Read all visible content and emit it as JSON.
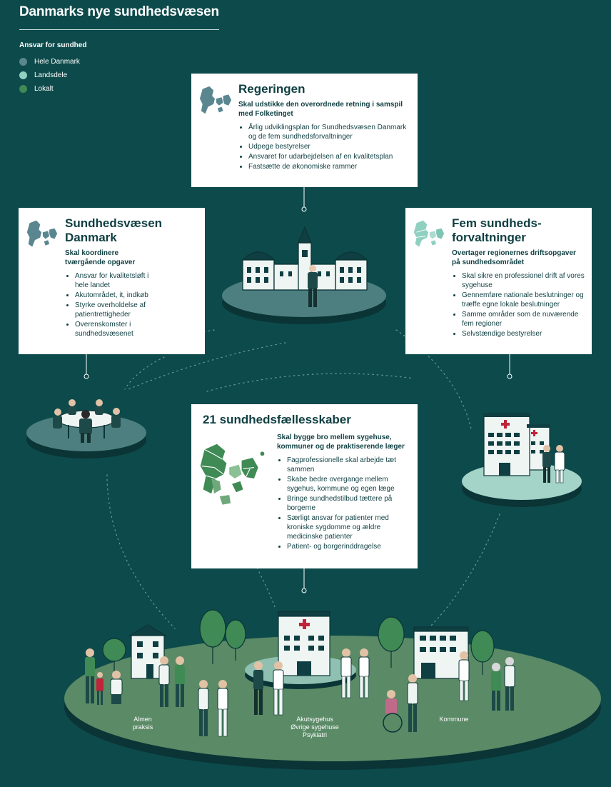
{
  "header": {
    "title": "Danmarks nye sundhedsvæsen"
  },
  "legend": {
    "title": "Ansvar for sundhed",
    "items": [
      {
        "label": "Hele Danmark",
        "color": "#5a8690"
      },
      {
        "label": "Landsdele",
        "color": "#8fd0c0"
      },
      {
        "label": "Lokalt",
        "color": "#3f8a55"
      }
    ]
  },
  "cards": {
    "regeringen": {
      "title": "Regeringen",
      "subtitle": "Skal udstikke den overordnede retning i samspil med Folketinget",
      "bullets": [
        "Årlig udviklingsplan for Sundhedsvæsen Danmark og de fem sundhedsforvaltninger",
        "Udpege bestyrelser",
        "Ansvaret for udarbejdelsen af en kvalitetsplan",
        "Fastsætte de økonomiske rammer"
      ]
    },
    "sundhedsvaesen_danmark": {
      "title_line1": "Sundhedsvæsen",
      "title_line2": "Danmark",
      "subtitle": "Skal koordinere tværgående opgaver",
      "bullets": [
        "Ansvar for kvalitetsløft i hele landet",
        "Akutområdet, it, indkøb",
        "Styrke overholdelse af patientrettigheder",
        "Overenskomster i sundhedsvæsenet"
      ]
    },
    "fem_forvaltninger": {
      "title_line1": "Fem sundheds-",
      "title_line2": "forvaltninger",
      "subtitle": "Overtager regionernes driftsopgaver på sundhedsområdet",
      "bullets": [
        "Skal sikre en professionel drift af vores sygehuse",
        "Gennemføre nationale beslutninger og træffe egne lokale beslutninger",
        "Samme områder som de nuværende fem regioner",
        "Selvstændige bestyrelser"
      ]
    },
    "faellesskaber": {
      "title": "21 sundhedsfællesskaber",
      "subtitle": "Skal bygge bro mellem sygehuse, kommuner og de praktiserende læger",
      "bullets": [
        "Fagprofessionelle skal arbejde tæt sammen",
        "Skabe bedre overgange mellem sygehus, kommune og egen læge",
        "Bringe sundhedstilbud tættere på borgerne",
        "Særligt ansvar for patienter med kroniske sygdomme og ældre medicinske patienter",
        "Patient- og borgerinddragelse"
      ]
    }
  },
  "places": {
    "almen_line1": "Almen",
    "almen_line2": "praksis",
    "akut_line1": "Akutsygehus",
    "akut_line2": "Øvrige sygehuse",
    "akut_line3": "Psykiatri",
    "kommune": "Kommune"
  },
  "colors": {
    "background": "#0d4a4b",
    "platform_dark": "#4d7f80",
    "platform_light": "#a4d3c8",
    "ground": "#5a8a66",
    "card": "#ffffff",
    "text": "#0f3f42"
  }
}
